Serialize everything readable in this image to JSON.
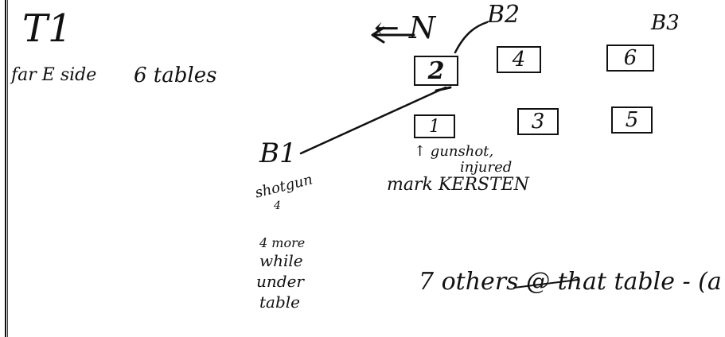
{
  "note": {
    "title": "T1",
    "side": "far E side",
    "tables_count": "6 tables",
    "direction": "← N",
    "labels": {
      "b2": "B2",
      "b3": "B3",
      "b1": "B1"
    },
    "tables": [
      "2",
      "4",
      "6",
      "1",
      "3",
      "5"
    ],
    "table1_note": [
      "↑ gunshot,",
      "injured"
    ],
    "name_line": "mark KERSTEN",
    "b1_notes": [
      "shotgun",
      "4"
    ],
    "b1_notes_2": [
      "4 more",
      "while",
      "under",
      "table"
    ],
    "bottom_line": "7 others @ that table - (a"
  }
}
